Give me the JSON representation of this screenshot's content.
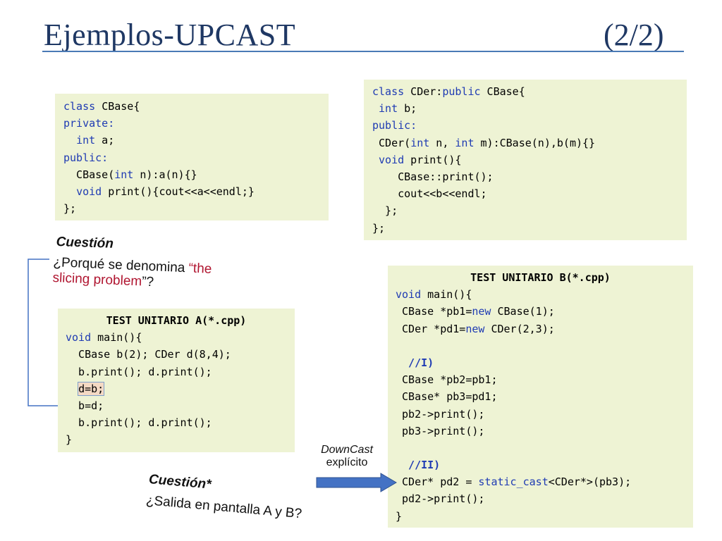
{
  "slide": {
    "title": "Ejemplos-UPCAST",
    "page_indicator": "(2/2)"
  },
  "code_base": {
    "lines": [
      "class CBase{",
      "private:",
      "  int a;",
      "public:",
      "  CBase(int n):a(n){}",
      "  void print(){cout<<a<<endl;}",
      "};"
    ]
  },
  "code_der": {
    "lines": [
      "class CDer:public CBase{",
      " int b;",
      "public:",
      " CDer(int n, int m):CBase(n),b(m){}",
      " void print(){",
      "    CBase::print();",
      "    cout<<b<<endl;",
      "  };",
      "};"
    ]
  },
  "question1": {
    "title": "Cuestión",
    "text_prefix": "¿Porqué se denomina ",
    "text_red_1": "“the",
    "text_red_2": "slicing problem",
    "text_suffix": "”?"
  },
  "test_a": {
    "header": "TEST UNITARIO A(*.cpp)",
    "lines": [
      "void main(){",
      "  CBase b(2); CDer d(8,4);",
      "  b.print(); d.print();",
      "  d=b;",
      "  b=d;",
      "  b.print(); d.print();",
      "}"
    ]
  },
  "test_b": {
    "header": "TEST UNITARIO B(*.cpp)",
    "lines": [
      "void main(){",
      " CBase *pb1=new CBase(1);",
      " CDer *pd1=new CDer(2,3);",
      "",
      " //I)",
      " CBase *pb2=pb1;",
      " CBase* pb3=pd1;",
      " pb2->print();",
      " pb3->print();",
      "",
      " //II)",
      " CDer* pd2 = static_cast<CDer*>(pb3);",
      " pd2->print();",
      "}"
    ]
  },
  "downcast_label": {
    "line1": "DownCast",
    "line2": "explícito"
  },
  "question2": {
    "title": "Cuestión*",
    "text": "¿Salida en pantalla A y B?"
  },
  "colors": {
    "title": "#1f3864",
    "code_bg": "#eef3d4",
    "keyword": "#1f3bb3",
    "red": "#b01530",
    "arrow": "#4472c4"
  }
}
